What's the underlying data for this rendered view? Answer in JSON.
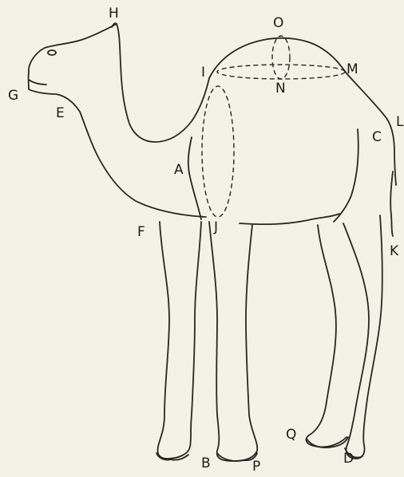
{
  "labels": {
    "A": "A",
    "B": "B",
    "C": "C",
    "D": "D",
    "E": "E",
    "F": "F",
    "G": "G",
    "H": "H",
    "I": "I",
    "J": "J",
    "K": "K",
    "L": "L",
    "M": "M",
    "N": "N",
    "O": "O",
    "P": "P",
    "Q": "Q"
  },
  "colors": {
    "paper": "#f4f1e6",
    "ink": "#2a2620"
  }
}
